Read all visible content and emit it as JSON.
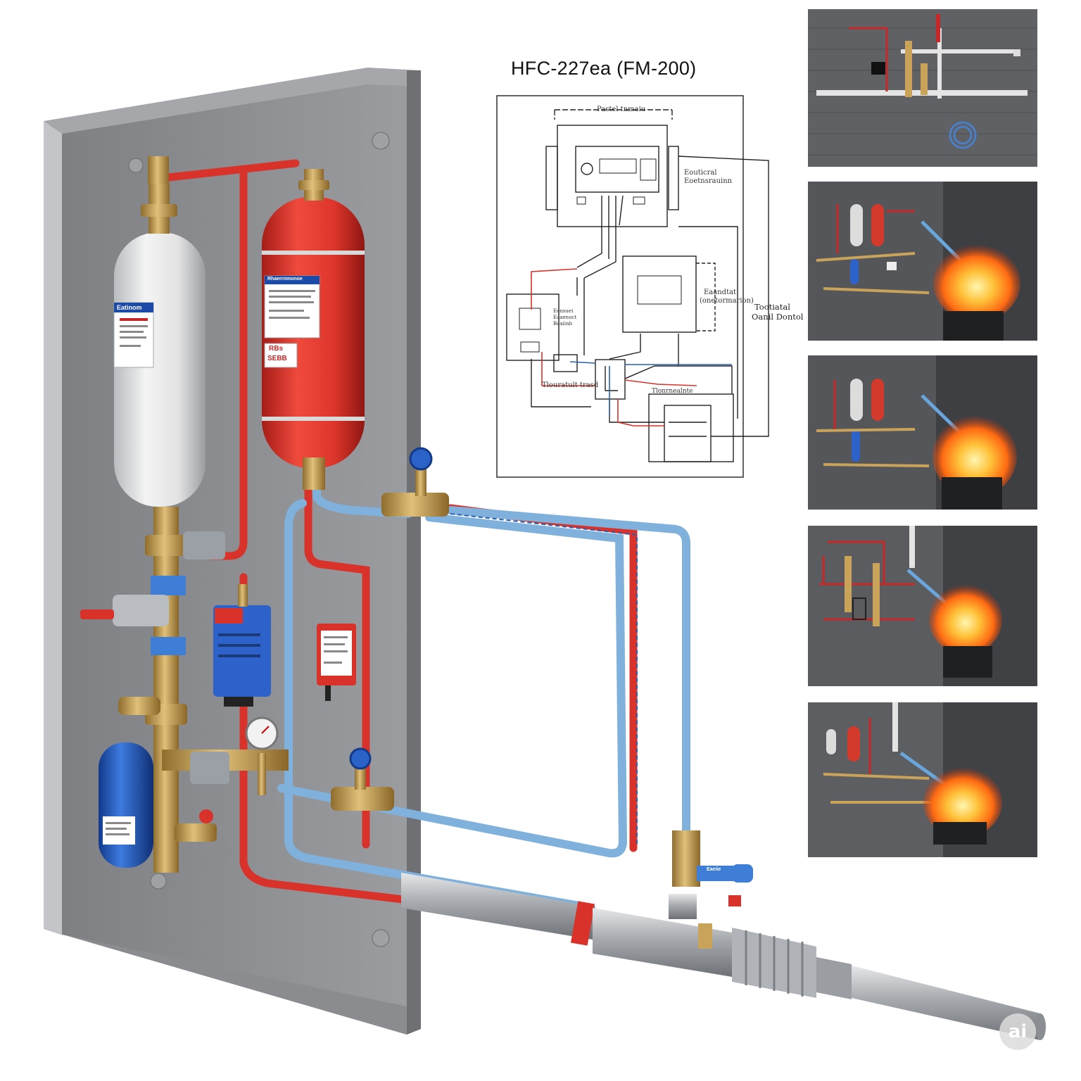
{
  "diagram": {
    "title": "HFC-227ea (FM-200)",
    "labels": {
      "top_box": "Pastel tnmaiu",
      "control_panel_1": "Eouticral",
      "control_panel_2": "Eoetnsrauinn",
      "mid_panel_1": "Eaandtat",
      "mid_panel_2": "(onetormarion)",
      "outer_1": "Tootiatal",
      "outer_2": "Oanil Dontol",
      "left_box_1": "Eonsuei",
      "left_box_2": "Eaaenuct",
      "left_box_3": "Boaiinb",
      "bottom_left": "Tlouratult trasd",
      "bottom_right": "Tlonrnealnte"
    }
  },
  "equipment": {
    "white_tank_label": "Eatinom",
    "red_tank_header": "Rhaerrnmonoe",
    "red_tank_badge_1": "RBs",
    "red_tank_badge_2": "SEBB",
    "nozzle_tag": "Eaeiie"
  },
  "thumbnails": [
    {
      "scene": "piping-wall"
    },
    {
      "scene": "discharge-fire"
    },
    {
      "scene": "discharge-fire"
    },
    {
      "scene": "discharge-fire"
    },
    {
      "scene": "discharge-fire"
    }
  ],
  "watermark": "ai",
  "colors": {
    "cabinet": "#8c8e92",
    "red_pipe": "#d8322a",
    "blue_pipe": "#7fb1dc",
    "brass": "#c9a35a",
    "flame": "#ff8a1c",
    "wall": "#5e6064"
  }
}
